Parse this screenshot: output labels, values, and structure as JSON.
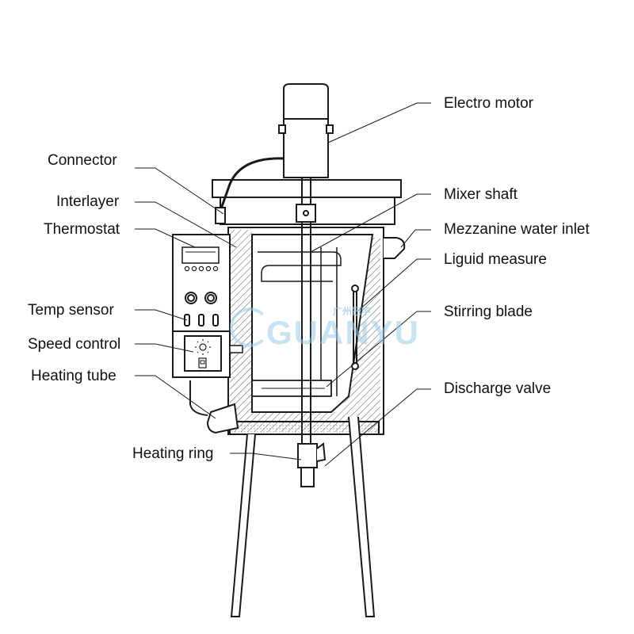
{
  "labels": {
    "electro_motor": "Electro motor",
    "mixer_shaft": "Mixer shaft",
    "mezzanine_water_inlet": "Mezzanine water inlet",
    "liquid_measure": "Liguid measure",
    "stirring_blade": "Stirring blade",
    "discharge_valve": "Discharge valve",
    "connector": "Connector",
    "interlayer": "Interlayer",
    "thermostat": "Thermostat",
    "temp_sensor": "Temp sensor",
    "speed_control": "Speed control",
    "heating_tube": "Heating tube",
    "heating_ring": "Heating ring"
  },
  "watermark": {
    "brand": "GUANYU",
    "cjk": "广州冠宇"
  },
  "colors": {
    "line": "#1a1a1a",
    "text": "#111111",
    "watermark": "#9ecbe8"
  }
}
